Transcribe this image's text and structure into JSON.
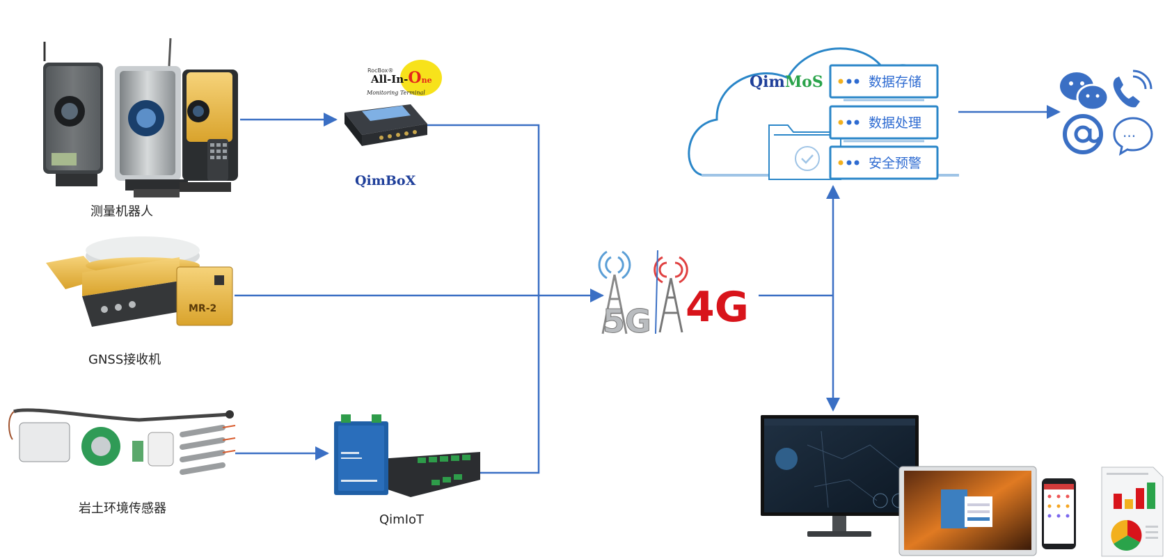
{
  "devices": {
    "robot_label": "测量机器人",
    "gnss_label": "GNSS接收机",
    "sensor_label": "岩土环境传感器",
    "gnss_badge": "MR-2"
  },
  "qimbox": {
    "brand": "QimBoX",
    "logo_small": "RocBox®",
    "logo_main_a": "All-In-",
    "logo_main_o": "O",
    "logo_main_ne": "ne",
    "logo_sub": "Monitoring Terminal"
  },
  "qimiot": {
    "label": "QimIoT"
  },
  "network": {
    "label_5g": "5G",
    "label_4g": "4G"
  },
  "cloud": {
    "brand_qim": "Qim",
    "brand_mos": "MoS",
    "services": [
      "数据存储",
      "数据处理",
      "安全预警"
    ]
  },
  "notify": {
    "more_icon_text": "..."
  },
  "colors": {
    "line": "#3a6fc4",
    "cloud_stroke": "#2a86c8",
    "service_blue": "#2e6bd1",
    "brand_green": "#2aa34a",
    "brand_blue": "#1f3f9a",
    "red_4g": "#d8141b",
    "yellow_dot": "#f2b01e"
  }
}
